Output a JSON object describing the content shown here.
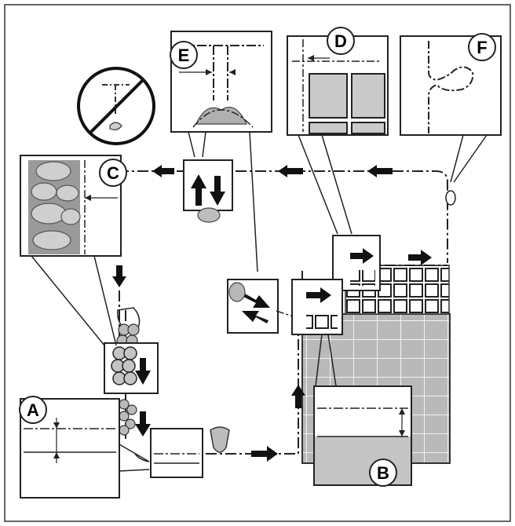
{
  "callouts": {
    "a": "A",
    "b": "B",
    "c": "C",
    "d": "D",
    "e": "E",
    "f": "F"
  },
  "colors": {
    "ink": "#111111",
    "panel_gray": "#c9c9c9",
    "blob_gray": "#b4b4b4",
    "grid_dark": "#444444"
  },
  "icons": [
    "arrow-icon",
    "no-entry-icon",
    "cluster-icon"
  ]
}
